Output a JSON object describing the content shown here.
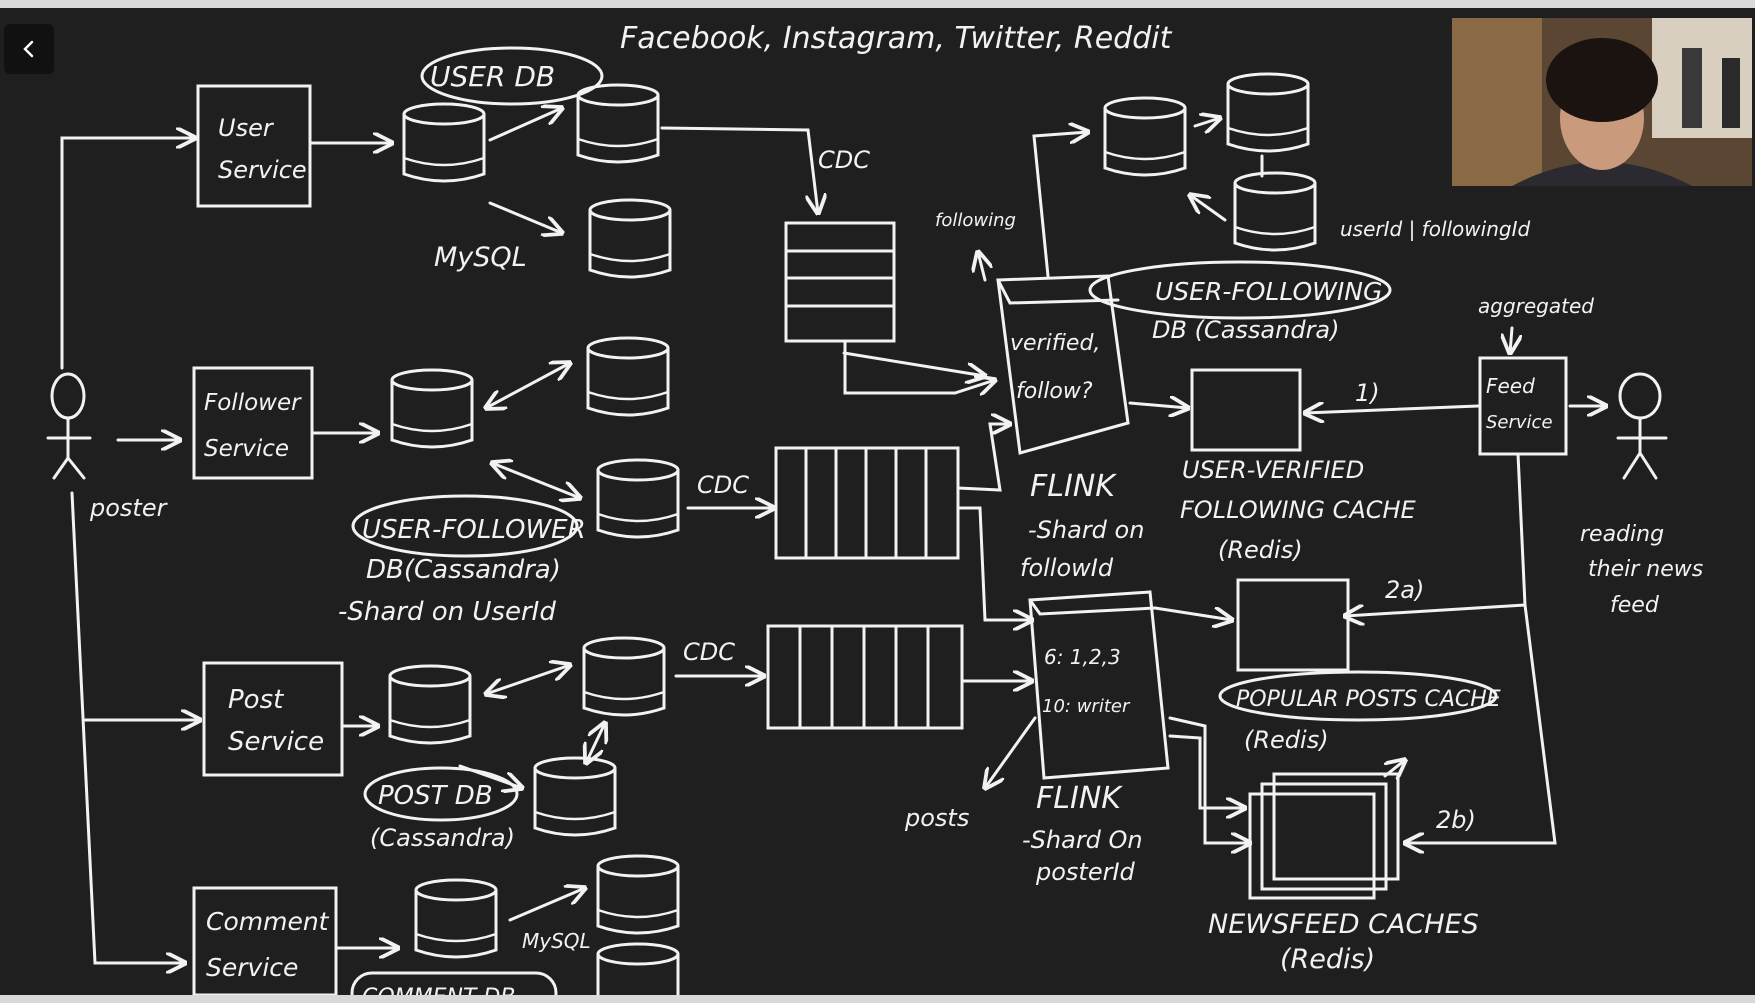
{
  "window": {
    "back_icon": "chevron-left-icon"
  },
  "title": "Facebook, Instagram, Twitter, Reddit",
  "video": {
    "description_icon": "webcam-feed"
  },
  "actors": {
    "poster": "poster",
    "reader": [
      "reading",
      "their news",
      "feed"
    ]
  },
  "services": {
    "user": [
      "User",
      "Service"
    ],
    "follower": [
      "Follower",
      "Service"
    ],
    "post": [
      "Post",
      "Service"
    ],
    "comment": [
      "Comment",
      "Service"
    ],
    "feed": [
      "Feed",
      "Service"
    ]
  },
  "labels": {
    "user_db": "USER DB",
    "mysql": "MySQL",
    "cdc1": "CDC",
    "cdc2": "CDC",
    "cdc3": "CDC",
    "user_follower_db": "USER-FOLLOWER",
    "user_follower_db2": "DB(Cassandra)",
    "shard_userid": "-Shard on UserId",
    "post_db": "POST DB",
    "post_db2": "(Cassandra)",
    "comment_db": "COMMENT DB",
    "mysql2": "MySQL",
    "following": "following",
    "flink1_box": [
      "verified,",
      "follow?"
    ],
    "flink1": "FLINK",
    "flink1_shard": [
      "-Shard on",
      "followId"
    ],
    "flink2_box": [
      "6: 1,2,3",
      "10: writer"
    ],
    "flink2": "FLINK",
    "flink2_shard": [
      "-Shard On",
      "posterId"
    ],
    "posts": "posts",
    "user_following_db": "USER-FOLLOWING",
    "user_following_db2": "DB (Cassandra)",
    "userid_following": "userId | followingId",
    "verified_cache": "USER-VERIFIED",
    "verified_cache2": "FOLLOWING CACHE",
    "verified_cache3": "(Redis)",
    "popular_cache": "POPULAR POSTS CACHE",
    "popular_cache2": "(Redis)",
    "newsfeed_cache": "NEWSFEED CACHES",
    "newsfeed_cache2": "(Redis)",
    "aggregated": "aggregated",
    "step1": "1)",
    "step2a": "2a)",
    "step2b": "2b)"
  }
}
